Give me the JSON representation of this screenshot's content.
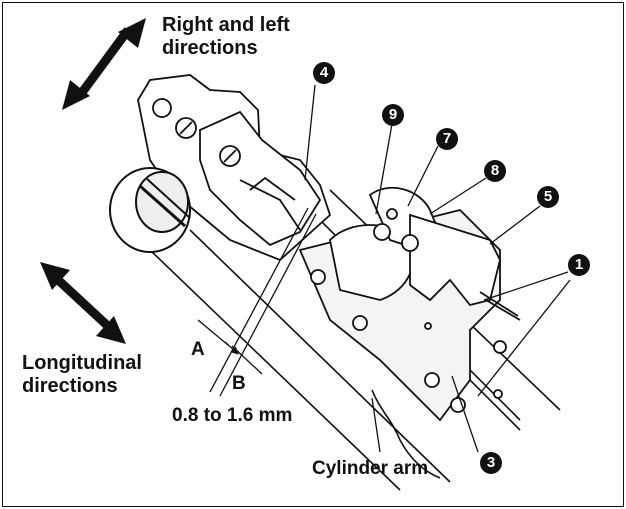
{
  "labels": {
    "right_left_line1": "Right and left",
    "right_left_line2": "directions",
    "longitudinal_line1": "Longitudinal",
    "longitudinal_line2": "directions",
    "point_a": "A",
    "point_b": "B",
    "gap": "0.8 to 1.6 mm",
    "cylinder_arm": "Cylinder arm"
  },
  "callouts": {
    "c1": "1",
    "c3": "3",
    "c4": "4",
    "c5": "5",
    "c7": "7",
    "c8": "8",
    "c9": "9"
  },
  "colors": {
    "ink": "#111111",
    "background": "#ffffff",
    "fill_light": "#f4f4f4"
  }
}
